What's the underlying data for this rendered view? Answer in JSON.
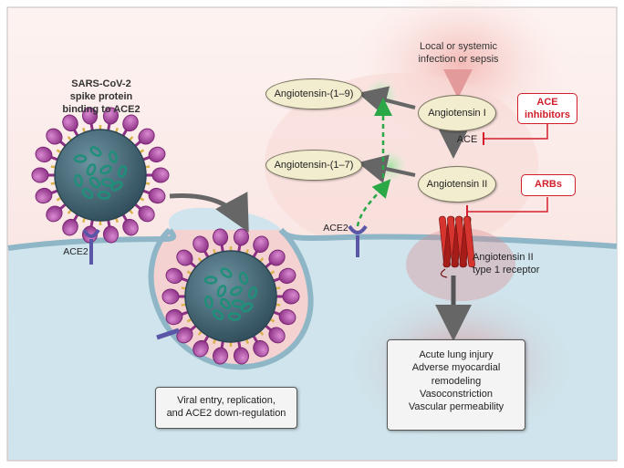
{
  "labels": {
    "spike": [
      "SARS-CoV-2",
      "spike protein",
      "binding to ACE2"
    ],
    "ace2_left": "ACE2",
    "ace2_right": "ACE2",
    "infection": [
      "Local or systemic",
      "infection or sepsis"
    ],
    "ang19": "Angiotensin-(1–9)",
    "ang17": "Angiotensin-(1–7)",
    "ang1": "Angiotensin I",
    "ang2": "Angiotensin II",
    "ace": "ACE",
    "ace_inhibitors": [
      "ACE",
      "inhibitors"
    ],
    "arbs": "ARBs",
    "at1r": [
      "Angiotensin II",
      "type 1 receptor"
    ],
    "viral_entry": [
      "Viral entry, replication,",
      "and ACE2 down-regulation"
    ],
    "outcomes": [
      "Acute lung injury",
      "Adverse myocardial",
      "remodeling",
      "Vasoconstriction",
      "Vascular permeability"
    ]
  },
  "colors": {
    "cytoplasm": "#cfe4ec",
    "membrane": "#8fb6c6",
    "inhibition_red": "#d21f2b",
    "virus_core": "#4a6e7e",
    "spike_purple": "#b54ea8",
    "rna_green": "#1f8f79",
    "oval_fill": "#f3edcf",
    "receptor_red": "#c8231f"
  },
  "icons": {
    "virus": "sars-cov-2-virion",
    "receptor": "seven-transmembrane-receptor",
    "ace2": "ace2-receptor"
  }
}
